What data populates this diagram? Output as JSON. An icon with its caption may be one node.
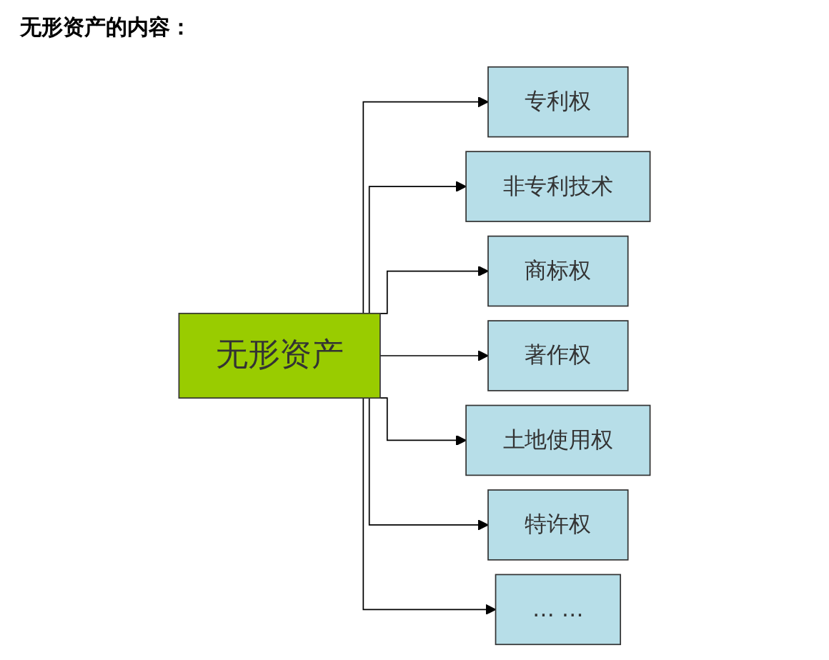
{
  "diagram": {
    "title": "无形资产的内容：",
    "nodes": [
      {
        "text": [
          "无形资产"
        ]
      },
      {
        "text": [
          "专利权"
        ]
      },
      {
        "text": [
          "非专利技术"
        ]
      },
      {
        "text": [
          "商标权"
        ]
      },
      {
        "text": [
          "著作权"
        ]
      },
      {
        "text": [
          "土地使用权"
        ]
      },
      {
        "text": [
          "特许权"
        ]
      },
      {
        "text": [
          "… …"
        ]
      }
    ],
    "edges": [
      {
        "from": 0,
        "to": 1,
        "arrow": "to"
      },
      {
        "from": 0,
        "to": 2,
        "arrow": "to"
      },
      {
        "from": 0,
        "to": 3,
        "arrow": "to"
      },
      {
        "from": 0,
        "to": 4,
        "arrow": "to"
      },
      {
        "from": 0,
        "to": 5,
        "arrow": "to"
      },
      {
        "from": 0,
        "to": 6,
        "arrow": "to"
      },
      {
        "from": 0,
        "to": 7,
        "arrow": "to"
      }
    ]
  }
}
